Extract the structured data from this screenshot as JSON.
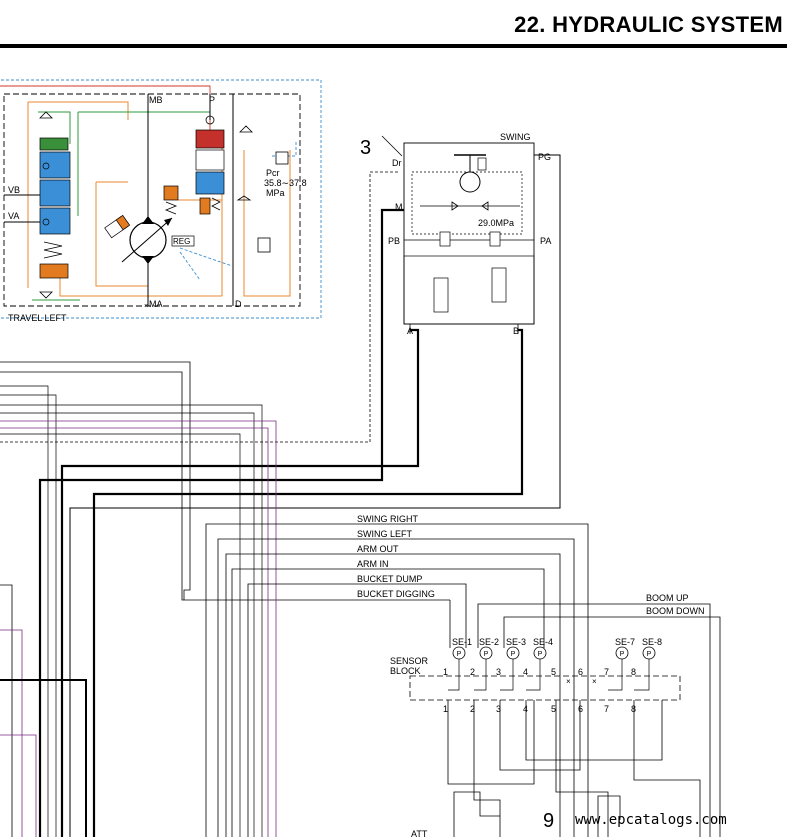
{
  "header": {
    "title": "22.  HYDRAULIC SYSTEM"
  },
  "travel_motor": {
    "ports": {
      "mb": "MB",
      "p": "P",
      "vb": "VB",
      "va": "VA",
      "ma": "MA",
      "d": "D"
    },
    "reg_label": "REG",
    "pcr_label": "Pcr",
    "pcr_value": "35.8∼37.8",
    "pcr_unit": "MPa",
    "caption": "TRAVEL LEFT"
  },
  "swing_motor": {
    "callout": "3",
    "title": "SWING",
    "ports": {
      "dr": "Dr",
      "pg": "PG",
      "m": "M",
      "pb": "PB",
      "pa": "PA",
      "a": "A",
      "b": "B"
    },
    "relief_pressure": "29.0MPa"
  },
  "pilot_lines": [
    {
      "label": "SWING RIGHT"
    },
    {
      "label": "SWING LEFT"
    },
    {
      "label": "ARM OUT"
    },
    {
      "label": "ARM IN"
    },
    {
      "label": "BUCKET DUMP"
    },
    {
      "label": "BUCKET DIGGING"
    },
    {
      "label": "BOOM UP"
    },
    {
      "label": "BOOM DOWN"
    }
  ],
  "sensor_block": {
    "label_line1": "SENSOR",
    "label_line2": "BLOCK",
    "sensors": [
      "SE-1",
      "SE-2",
      "SE-3",
      "SE-4",
      "SE-7",
      "SE-8"
    ],
    "sensor_symbol": "P",
    "ports_top": [
      "1",
      "2",
      "3",
      "4",
      "5",
      "6",
      "7",
      "8"
    ],
    "ports_bottom": [
      "1",
      "2",
      "3",
      "4",
      "5",
      "6",
      "7",
      "8"
    ]
  },
  "callout_9": "9",
  "att_label": "ATT",
  "watermark": "www.epcatalogs.com",
  "colors": {
    "line": "#000000",
    "drain": "#3a8fd0",
    "pilot_orange": "#e8882c",
    "pilot_red": "#d23a2a",
    "pilot_green": "#2e9a3c",
    "pilot_purple": "#7a2a82",
    "valve_blue": "#3b8fd6",
    "valve_orange": "#e27a20",
    "valve_red": "#c4302b",
    "valve_green": "#3a8f3a"
  }
}
